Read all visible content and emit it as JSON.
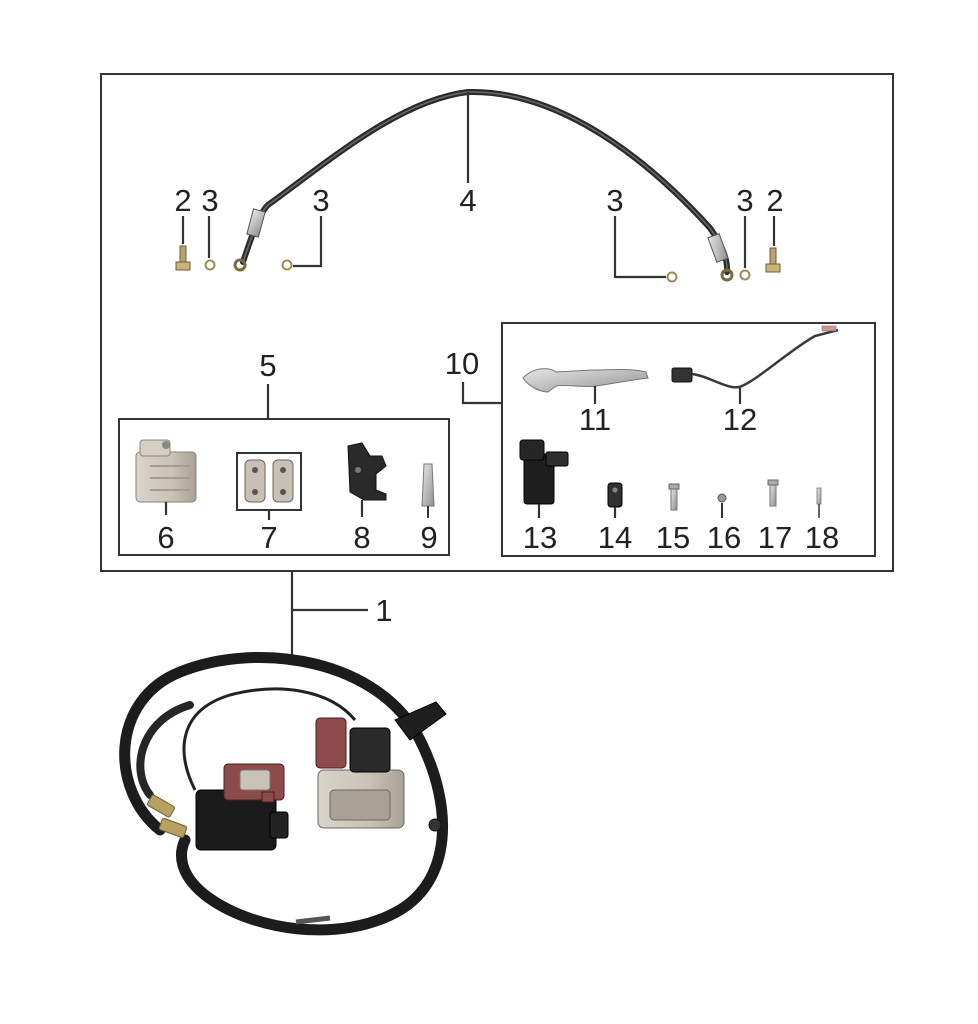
{
  "labels": {
    "l1": "1",
    "l2": "2",
    "l3": "3",
    "l4": "4",
    "l5": "5",
    "l6": "6",
    "l7": "7",
    "l8": "8",
    "l9": "9",
    "l10": "10",
    "l11": "11",
    "l12": "12",
    "l13": "13",
    "l14": "14",
    "l15": "15",
    "l16": "16",
    "l17": "17",
    "l18": "18"
  },
  "colors": {
    "line": "#333333",
    "hose": "#2b2b2b",
    "metal": "#b9b9b9",
    "part_dark": "#1f1f1f",
    "accent": "#8c4a4a"
  }
}
